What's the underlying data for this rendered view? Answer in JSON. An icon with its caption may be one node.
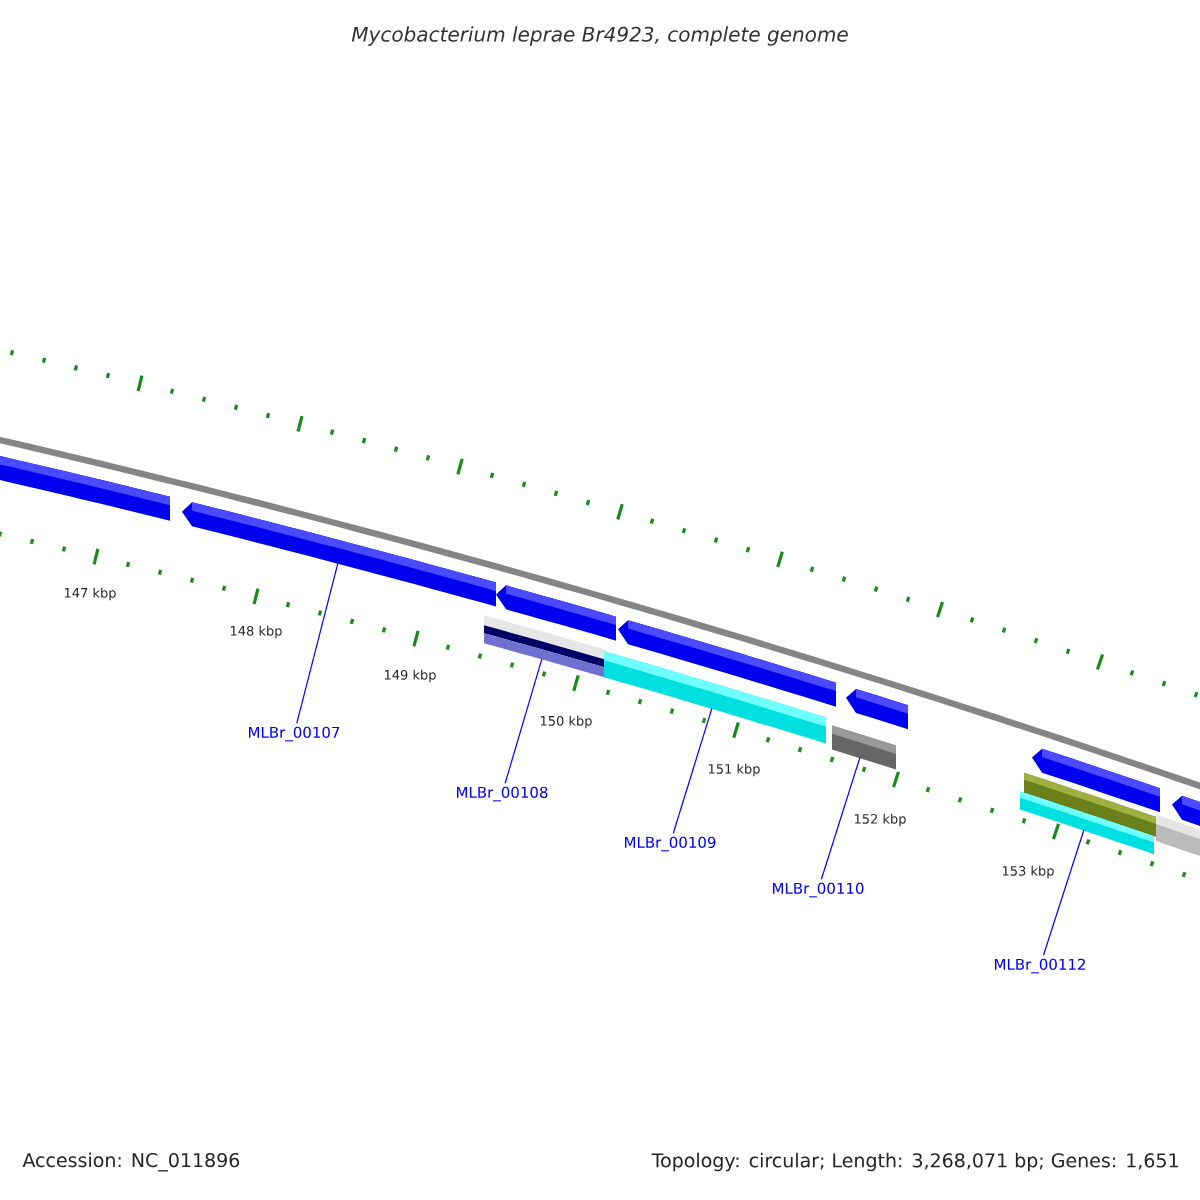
{
  "diagram": {
    "title": "Mycobacterium leprae Br4923, complete genome",
    "nodes": [
      {
        "text": [
          "MLBr_00107"
        ]
      },
      {
        "text": [
          "MLBr_00108"
        ]
      },
      {
        "text": [
          "MLBr_00109"
        ]
      },
      {
        "text": [
          "MLBr_00110"
        ]
      },
      {
        "text": [
          "MLBr_00112"
        ]
      },
      {
        "text": [],
        "shape": "bar"
      },
      {
        "text": [],
        "shape": "bar"
      },
      {
        "text": [],
        "shape": "bar"
      },
      {
        "text": [],
        "shape": "bar"
      },
      {
        "text": [],
        "shape": "bar"
      }
    ],
    "edges": [
      {
        "from": 0,
        "to": 5,
        "arrow": "none"
      },
      {
        "from": 1,
        "to": 6,
        "arrow": "none"
      },
      {
        "from": 2,
        "to": 7,
        "arrow": "none"
      },
      {
        "from": 3,
        "to": 8,
        "arrow": "none"
      },
      {
        "from": 4,
        "to": 9,
        "arrow": "none"
      }
    ],
    "labels": [
      "147 kbp",
      "148 kbp",
      "149 kbp",
      "150 kbp",
      "151 kbp",
      "152 kbp",
      "153 kbp",
      "Accession: NC_011896",
      "Topology: circular; Length: 3,268,071 bp; Genes: 1,651"
    ]
  }
}
